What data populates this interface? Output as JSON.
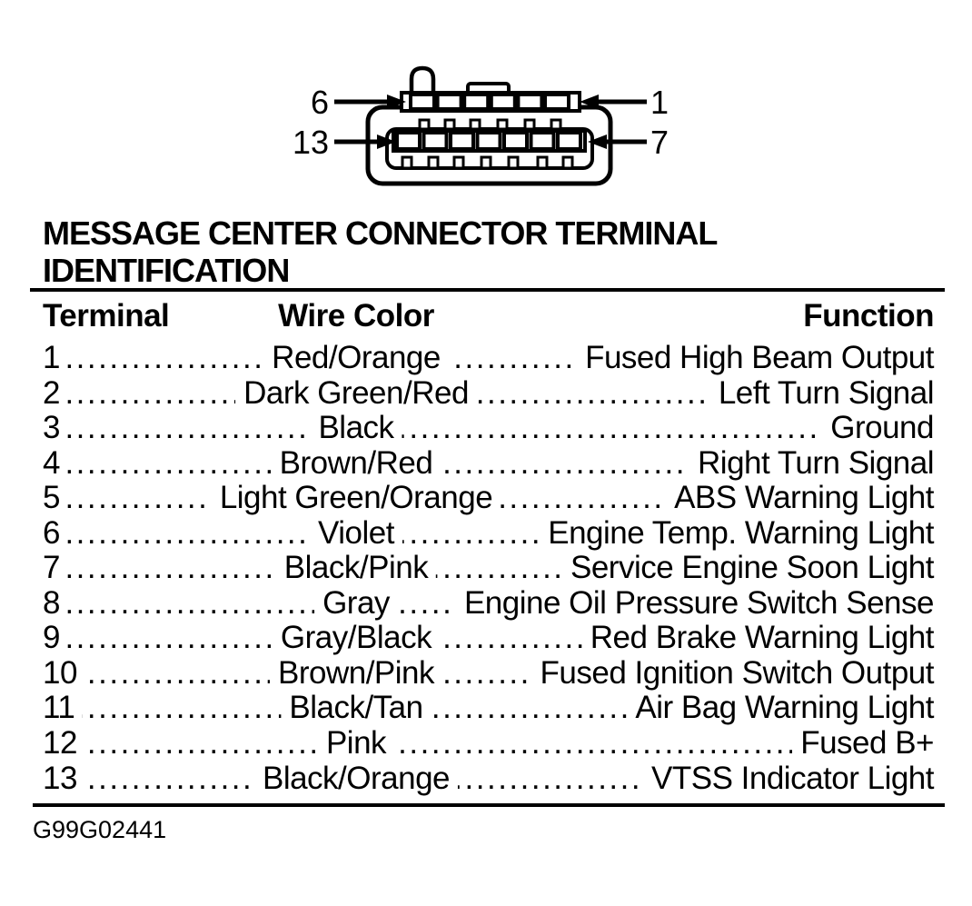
{
  "connector": {
    "pin_labels": {
      "top_left": "6",
      "top_right": "1",
      "bottom_left": "13",
      "bottom_right": "7"
    }
  },
  "title_line1": "MESSAGE CENTER CONNECTOR TERMINAL",
  "title_line2": "IDENTIFICATION",
  "table": {
    "headers": [
      "Terminal",
      "Wire Color",
      "Function"
    ],
    "rows": [
      {
        "terminal": "1",
        "wire_color": "Red/Orange",
        "function": "Fused High Beam Output"
      },
      {
        "terminal": "2",
        "wire_color": "Dark Green/Red",
        "function": "Left Turn Signal"
      },
      {
        "terminal": "3",
        "wire_color": "Black",
        "function": "Ground"
      },
      {
        "terminal": "4",
        "wire_color": "Brown/Red",
        "function": "Right Turn Signal"
      },
      {
        "terminal": "5",
        "wire_color": "Light Green/Orange",
        "function": "ABS Warning Light"
      },
      {
        "terminal": "6",
        "wire_color": "Violet",
        "function": "Engine Temp. Warning Light"
      },
      {
        "terminal": "7",
        "wire_color": "Black/Pink",
        "function": "Service Engine Soon Light"
      },
      {
        "terminal": "8",
        "wire_color": "Gray",
        "function": "Engine Oil Pressure Switch Sense"
      },
      {
        "terminal": "9",
        "wire_color": "Gray/Black",
        "function": "Red Brake Warning Light"
      },
      {
        "terminal": "10",
        "wire_color": "Brown/Pink",
        "function": "Fused Ignition Switch Output"
      },
      {
        "terminal": "11",
        "wire_color": "Black/Tan",
        "function": "Air Bag Warning Light"
      },
      {
        "terminal": "12",
        "wire_color": "Pink",
        "function": "Fused B+"
      },
      {
        "terminal": "13",
        "wire_color": "Black/Orange",
        "function": "VTSS Indicator Light"
      }
    ]
  },
  "figure_id": "G99G02441",
  "colors": {
    "ink": "#000000",
    "paper": "#ffffff"
  }
}
